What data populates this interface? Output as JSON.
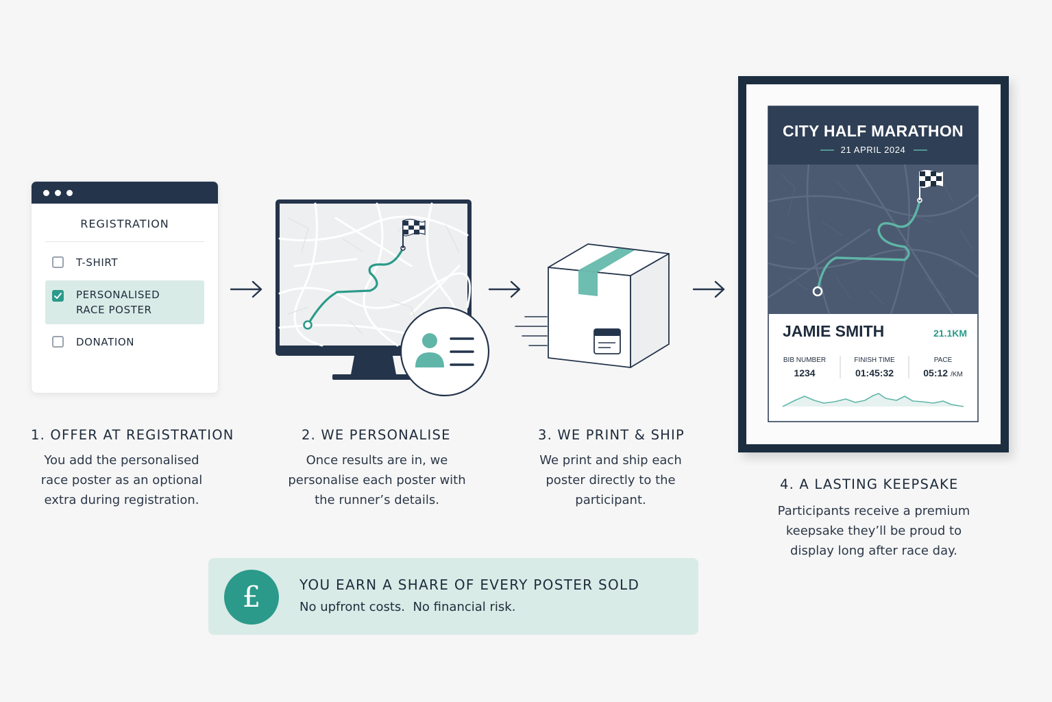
{
  "registration": {
    "title": "REGISTRATION",
    "options": [
      {
        "label": "T-SHIRT",
        "checked": false
      },
      {
        "label": "PERSONALISED\nRACE POSTER",
        "checked": true
      },
      {
        "label": "DONATION",
        "checked": false
      }
    ]
  },
  "steps": [
    {
      "title": "1. OFFER AT REGISTRATION",
      "description": "You add the personalised\nrace poster as an optional\nextra during registration."
    },
    {
      "title": "2. WE PERSONALISE",
      "description": "Once results are in, we\npersonalise each poster with\nthe runner’s details."
    },
    {
      "title": "3. WE PRINT & SHIP",
      "description": "We print and ship each\nposter directly to the\nparticipant."
    },
    {
      "title": "4. A LASTING KEEPSAKE",
      "description": "Participants receive a premium\nkeepsake they’ll be proud to\ndisplay long after race day."
    }
  ],
  "poster": {
    "title": "CITY HALF MARATHON",
    "date": "21 APRIL 2024",
    "runner_name": "JAMIE SMITH",
    "distance": "21.1KM",
    "stats": [
      {
        "label": "BIB NUMBER",
        "value": "1234"
      },
      {
        "label": "FINISH TIME",
        "value": "01:45:32"
      },
      {
        "label": "PACE",
        "value": "05:12",
        "unit": "/KM"
      }
    ]
  },
  "banner": {
    "symbol": "£",
    "title": "YOU EARN A SHARE OF EVERY POSTER SOLD",
    "subtitle": "No upfront costs.  No financial risk."
  },
  "colors": {
    "navy": "#24344b",
    "teal": "#2b9a8a",
    "teal_light": "#d9ebe7",
    "background": "#f6f6f6"
  },
  "icons": [
    "window-dots-icon",
    "checkbox-icon",
    "arrow-right-icon",
    "monitor-map-icon",
    "finish-flag-icon",
    "profile-card-icon",
    "shipping-box-icon",
    "pound-icon"
  ]
}
